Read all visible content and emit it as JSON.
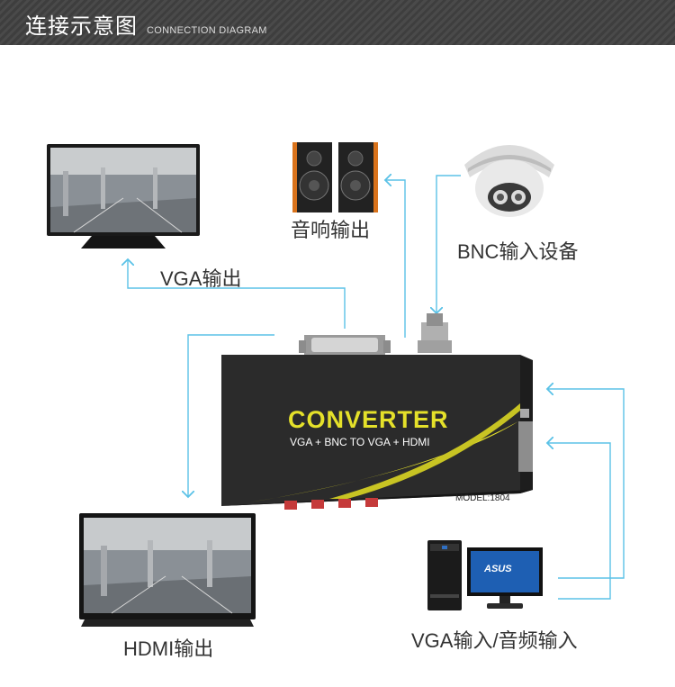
{
  "header": {
    "title_zh": "连接示意图",
    "title_en": "CONNECTION DIAGRAM"
  },
  "labels": {
    "vga_out": "VGA输出",
    "speaker_out": "音响输出",
    "bnc_in": "BNC输入设备",
    "hdmi_out": "HDMI输出",
    "vga_audio_in": "VGA输入/音频输入"
  },
  "converter": {
    "title": "CONVERTER",
    "subtitle": "VGA + BNC TO VGA + HDMI",
    "model": "MODEL:1804"
  },
  "monitor": {
    "brand": "ASUS"
  },
  "colors": {
    "connector_line": "#5bc2e7",
    "converter_body": "#2b2b2b",
    "converter_accent": "#e5e12a",
    "speaker_wood": "#d9731c"
  }
}
